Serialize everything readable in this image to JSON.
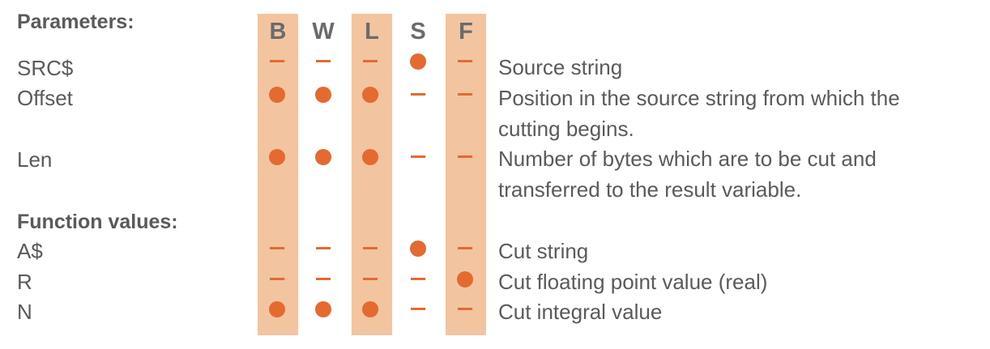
{
  "headings": {
    "parameters": "Parameters:",
    "function_values": "Function values:"
  },
  "columns": [
    "B",
    "W",
    "L",
    "S",
    "F"
  ],
  "rows": [
    {
      "label": "SRC$",
      "marks": [
        "dash",
        "dash",
        "dash",
        "dot",
        "dash"
      ],
      "description": "Source string"
    },
    {
      "label": "Offset",
      "marks": [
        "dot",
        "dot",
        "dot",
        "dash",
        "dash"
      ],
      "description": "Position in the source string from which the\ncutting begins."
    },
    {
      "label": "Len",
      "marks": [
        "dot",
        "dot",
        "dot",
        "dash",
        "dash"
      ],
      "description": "Number of bytes which are to be cut and\ntransferred to the result variable."
    },
    {
      "label": "A$",
      "marks": [
        "dash",
        "dash",
        "dash",
        "dot",
        "dash"
      ],
      "description": "Cut string"
    },
    {
      "label": "R",
      "marks": [
        "dash",
        "dash",
        "dash",
        "dash",
        "dot"
      ],
      "description": "Cut floating point value (real)"
    },
    {
      "label": "N",
      "marks": [
        "dot",
        "dot",
        "dot",
        "dash",
        "dash"
      ],
      "description": "Cut integral value"
    }
  ],
  "colors": {
    "band": "#f3c4a0",
    "mark": "#e36b32",
    "text": "#5a5a5a"
  }
}
